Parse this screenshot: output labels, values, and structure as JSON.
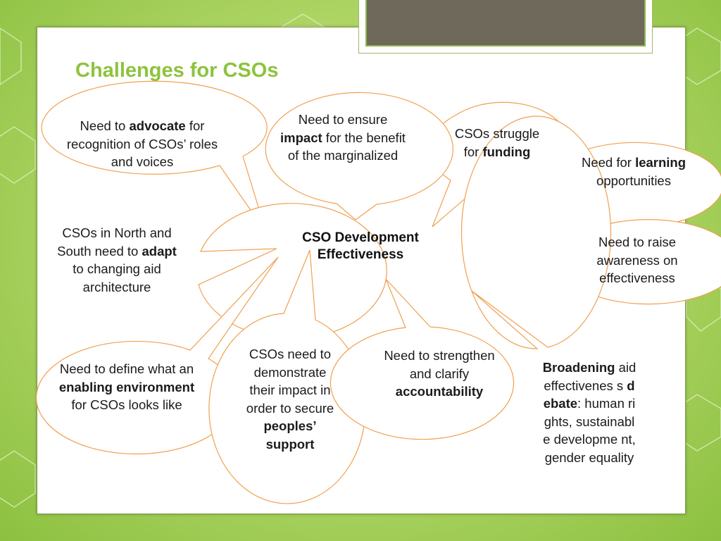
{
  "title": "Challenges for CSOs",
  "center": {
    "line1": "CSO Development",
    "line2": "Effectiveness"
  },
  "bubbles": {
    "advocate": {
      "pre": "Need to ",
      "bold": "advocate",
      "post": " for recognition of CSOs’ roles and voices"
    },
    "impact": {
      "pre": "Need to ensure ",
      "bold": "impact",
      "post": " for the benefit  of the marginalized"
    },
    "funding": {
      "pre": "CSOs struggle for ",
      "bold": "funding",
      "post": ""
    },
    "learning": {
      "pre": "Need for ",
      "bold": "learning",
      "post": " opportunities"
    },
    "awareness": {
      "text": "Need to raise awareness on effectiveness"
    },
    "adapt": {
      "pre": "CSOs in North and South need to ",
      "bold": "adapt",
      "post": " to changing aid architecture"
    },
    "enabling": {
      "pre": "Need to define what an ",
      "bold": "enabling environment",
      "post": " for CSOs looks like"
    },
    "demonstrate": {
      "pre": "CSOs need to demonstrate their impact in order to secure ",
      "bold": "peoples’ support",
      "post": ""
    },
    "accountability": {
      "pre": "Need to strengthen and clarify ",
      "bold": "accountability",
      "post": ""
    },
    "broadening": {
      "bold1": "Broadening",
      "mid": " aid effectivenes s ",
      "bold2": "debate",
      "post": ": human rights, sustainable developme nt, gender equality"
    }
  },
  "colors": {
    "title": "#8dc33c",
    "bubble_stroke": "#f0a050",
    "panel_border": "#7a9a4a",
    "photo": "#6f695b"
  }
}
